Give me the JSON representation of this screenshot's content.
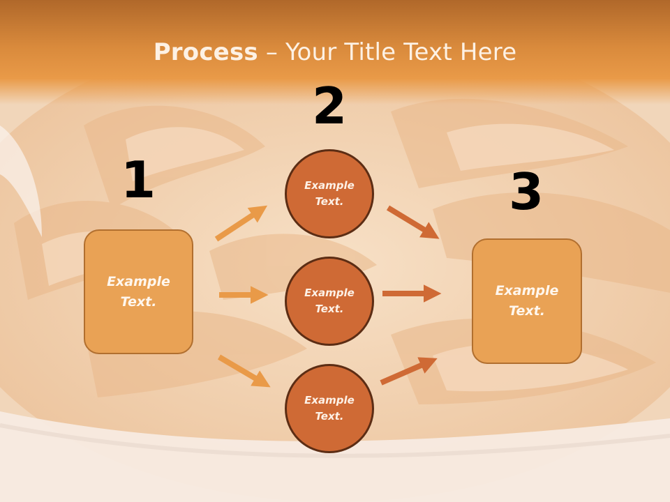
{
  "title": {
    "bold": "Process",
    "rest": " – Your Title Text Here"
  },
  "steps": {
    "one": "1",
    "two": "2",
    "three": "3"
  },
  "left_box": "Example\nText.",
  "circles": [
    "Example\nText.",
    "Example\nText.",
    "Example\nText."
  ],
  "right_box": "Example\nText.",
  "colors": {
    "title_bar": "#d98a3c",
    "box_fill": "#e9a255",
    "circle_fill": "#cf6a35",
    "arrow_light": "#e99a48",
    "arrow_dark": "#cf6a35"
  }
}
